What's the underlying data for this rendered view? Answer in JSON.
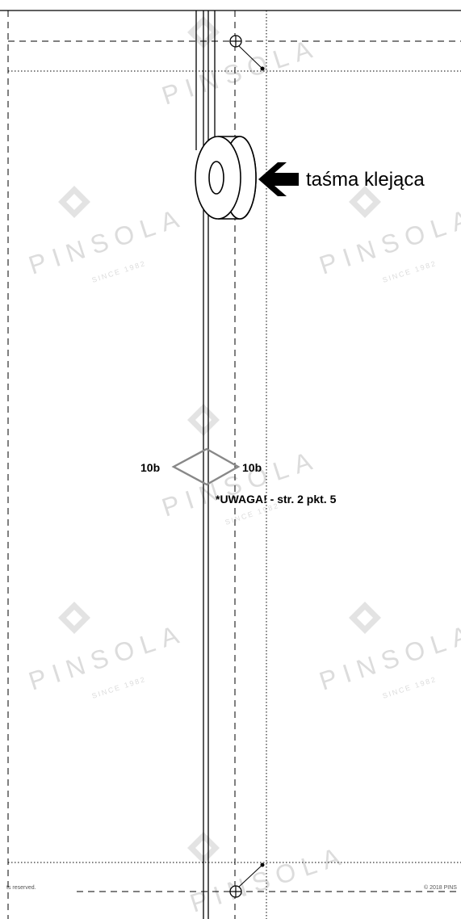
{
  "tape_label": "taśma klejąca",
  "marker_left_label": "10b",
  "marker_right_label": "10b",
  "note": "*UWAGA! - str. 2 pkt. 5",
  "watermark": {
    "brand": "PINSOLA",
    "since": "SINCE 1982"
  },
  "footer": {
    "left": "ts reserved.",
    "right": "© 2018 PINS"
  }
}
